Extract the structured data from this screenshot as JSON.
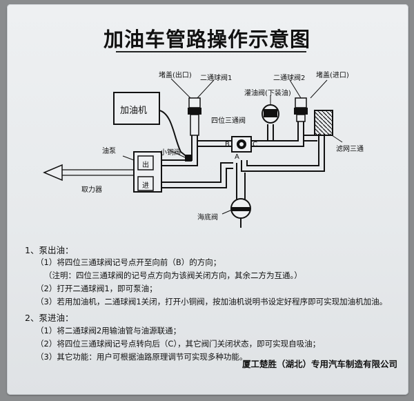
{
  "title": "加油车管路操作示意图",
  "labels": {
    "cap_out": "堵盖(出口)",
    "valve1": "二通球阀1",
    "valve2": "二通球阀2",
    "cap_in": "堵盖(进口)",
    "nozzle": "灌油阀(下装油)",
    "dispenser": "加油机",
    "four_way": "四位三通阀",
    "pump": "油泵",
    "small_valve": "小铜阀",
    "filter": "滤网三通",
    "pto": "取力器",
    "out_port": "出",
    "in_port": "进",
    "port_b": "B",
    "port_a": "A",
    "port_c": "C",
    "sea_valve": "海底阀"
  },
  "instructions": {
    "s1_head": "1、泵出油：",
    "s1_l1": "（1）将四位三通球阀记号点开至向前（B）的方向；",
    "s1_l2": "（注明：四位三通球阀的记号点方向为该阀关闭方向，其余二方为互通。）",
    "s1_l3": "（2）打开二通球阀1，即可泵油；",
    "s1_l4": "（3）若用加油机，二通球阀1关闭，打开小铜阀，按加油机说明书设定好程序即可实现加油机加油。",
    "s2_head": "2、泵进油：",
    "s2_l1": "（1）将二通球阀2用输油管与油源联通；",
    "s2_l2": "（2）将四位三通球阀记号点转向后（C），其它阀门关闭状态，即可实现自吸油；",
    "s2_l3": "（3）其它功能：用户可根据油路原理调节可实现多种功能。"
  },
  "company": "厦工楚胜（湖北）专用汽车制造有限公司",
  "colors": {
    "pipe": "#111111",
    "board": "#e9ecee",
    "text": "#111111"
  }
}
